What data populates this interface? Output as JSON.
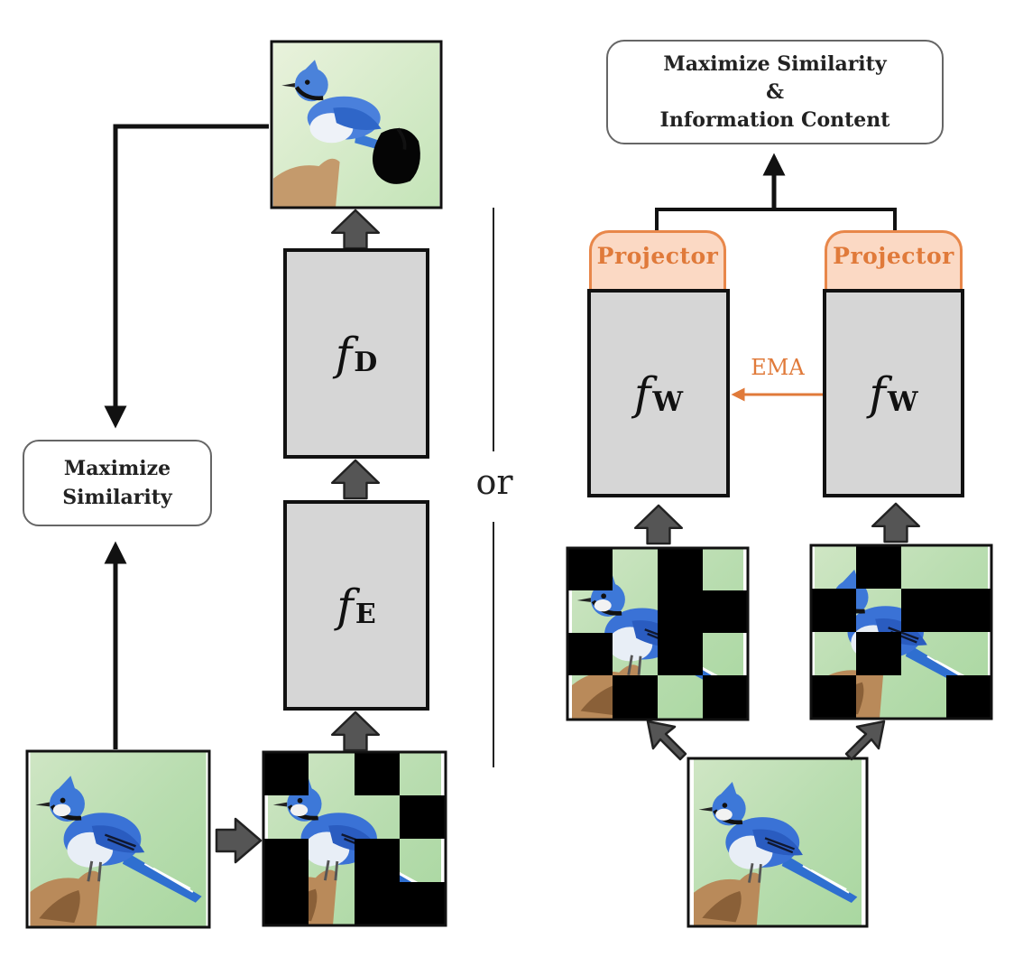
{
  "left": {
    "objective": {
      "line1": "Maximize",
      "line2": "Similarity"
    },
    "decoder": {
      "symbol": "f",
      "subscript": "D"
    },
    "encoder": {
      "symbol": "f",
      "subscript": "E"
    }
  },
  "divider_text": "or",
  "right": {
    "objective": {
      "line1": "Maximize Similarity",
      "line2": "&",
      "line3": "Information Content"
    },
    "projector_left": "Projector",
    "projector_right": "Projector",
    "model_left": {
      "symbol": "f",
      "subscript": "W"
    },
    "model_right": {
      "symbol": "f",
      "subscript": "W"
    },
    "ema_label": "EMA"
  },
  "colors": {
    "model_fill": "#d6d6d6",
    "projector_fill": "#fbd9c4",
    "projector_border": "#e8874a",
    "ema": "#e07a3a",
    "arrow": "#555555",
    "mask": "#000000"
  }
}
